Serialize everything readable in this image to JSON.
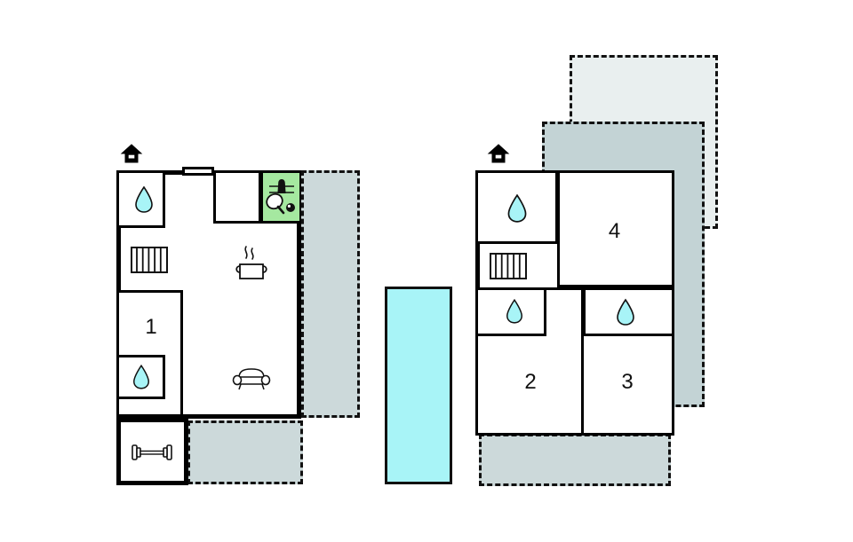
{
  "plan": {
    "title": "Holiday home floor plan",
    "background_color": "#ffffff",
    "wall_color": "#000000",
    "terrace_outline_color": "#111111",
    "pool_color": "#a8f4f7",
    "water_drop_color": "#a8f4f7",
    "games_room_color": "#a5e8a0"
  },
  "buildings": [
    {
      "name": "left-building",
      "entrance_label": "entrance",
      "rooms": [
        {
          "label": "1",
          "type": "bedroom"
        }
      ],
      "features": [
        "bathroom-top-left",
        "radiator",
        "bathroom-lower-left",
        "kitchen",
        "living-room",
        "games-room",
        "fitness-room",
        "window"
      ]
    },
    {
      "name": "right-building",
      "entrance_label": "entrance",
      "rooms": [
        {
          "label": "4",
          "type": "bedroom"
        },
        {
          "label": "2",
          "type": "bedroom"
        },
        {
          "label": "3",
          "type": "bedroom"
        }
      ],
      "features": [
        "bathroom-top-left",
        "radiator",
        "bathroom-mid-left",
        "bathroom-mid-right"
      ]
    }
  ],
  "icons": {
    "entrance": "house-entrance-icon",
    "water_drop": "water-drop-icon",
    "radiator": "radiator-icon",
    "cooking_pot": "cooking-pot-icon",
    "sofa": "sofa-icon",
    "dumbbell": "dumbbell-icon",
    "table_tennis": "table-tennis-icon",
    "pool": "swimming-pool-icon"
  },
  "room_numbers": {
    "one": "1",
    "two": "2",
    "three": "3",
    "four": "4"
  },
  "terraces": [
    {
      "name": "left-east-terrace",
      "fill": "#ccd9da"
    },
    {
      "name": "left-south-terrace",
      "fill": "#ccd9da"
    },
    {
      "name": "right-north-terrace-outer",
      "fill": "#e8eeee"
    },
    {
      "name": "right-north-terrace-inner",
      "fill": "#c3d3d5"
    },
    {
      "name": "right-south-terrace",
      "fill": "#ccd9da"
    }
  ],
  "pool": {
    "name": "swimming-pool",
    "fill": "#a8f4f7"
  }
}
